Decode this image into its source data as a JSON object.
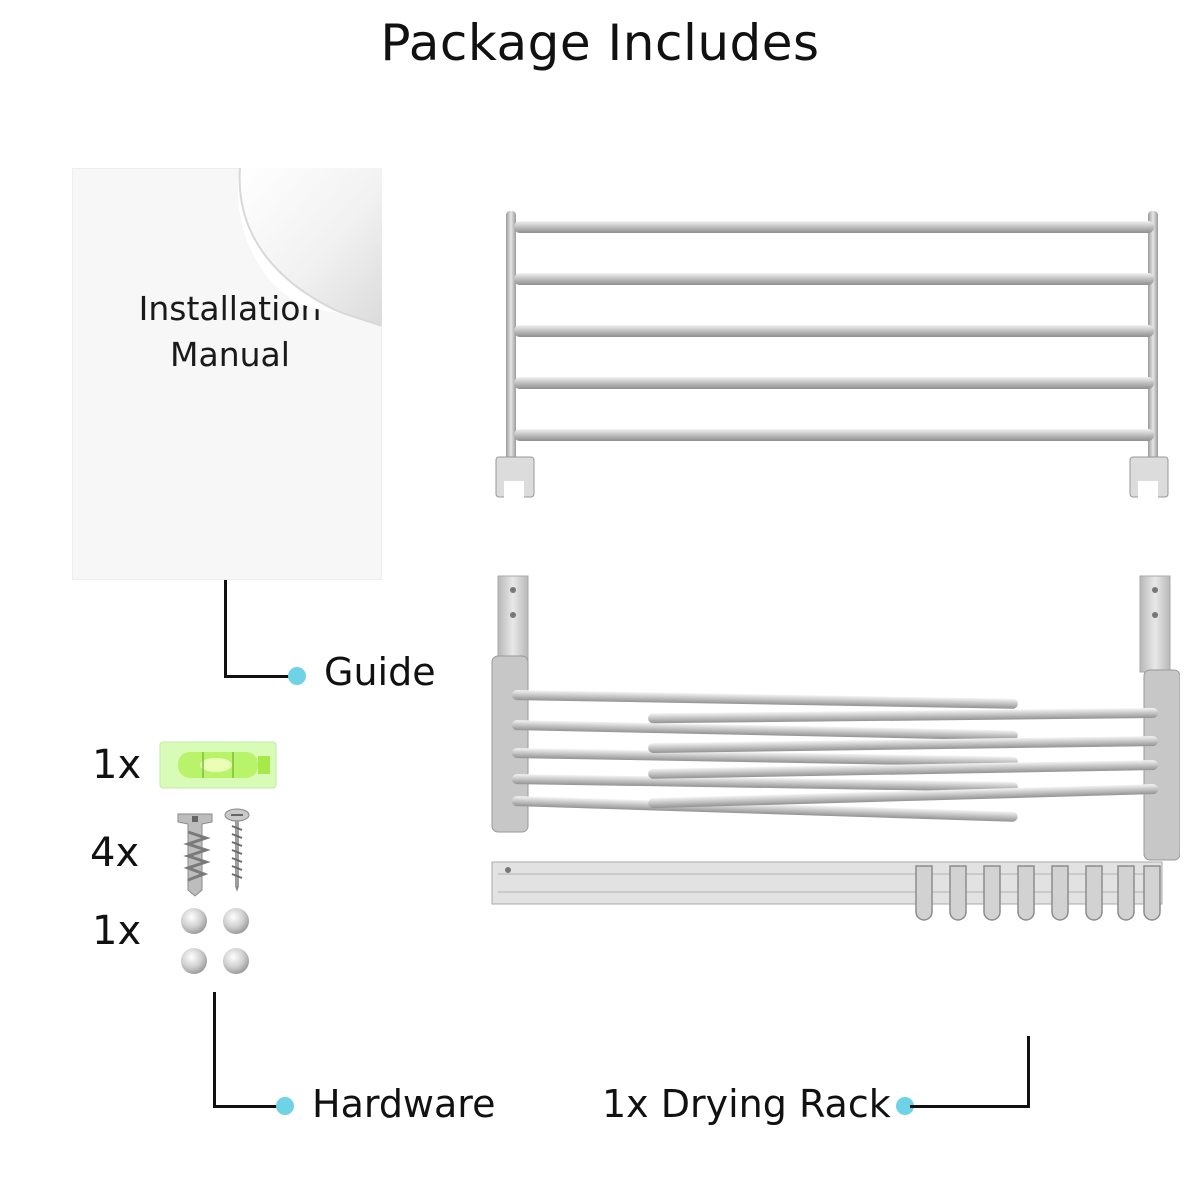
{
  "title": "Package Includes",
  "manual": {
    "line1": "Installation",
    "line2": "Manual"
  },
  "labels": {
    "guide": "Guide",
    "hardware": "Hardware",
    "drying_rack": "1x Drying Rack"
  },
  "hardware": {
    "level_qty": "1x",
    "screws_qty": "4x",
    "caps_qty": "1x"
  },
  "colors": {
    "accent_dot": "#6fd3e6",
    "metal": "#c9c9c9",
    "level_green": "#c8f7a0"
  }
}
